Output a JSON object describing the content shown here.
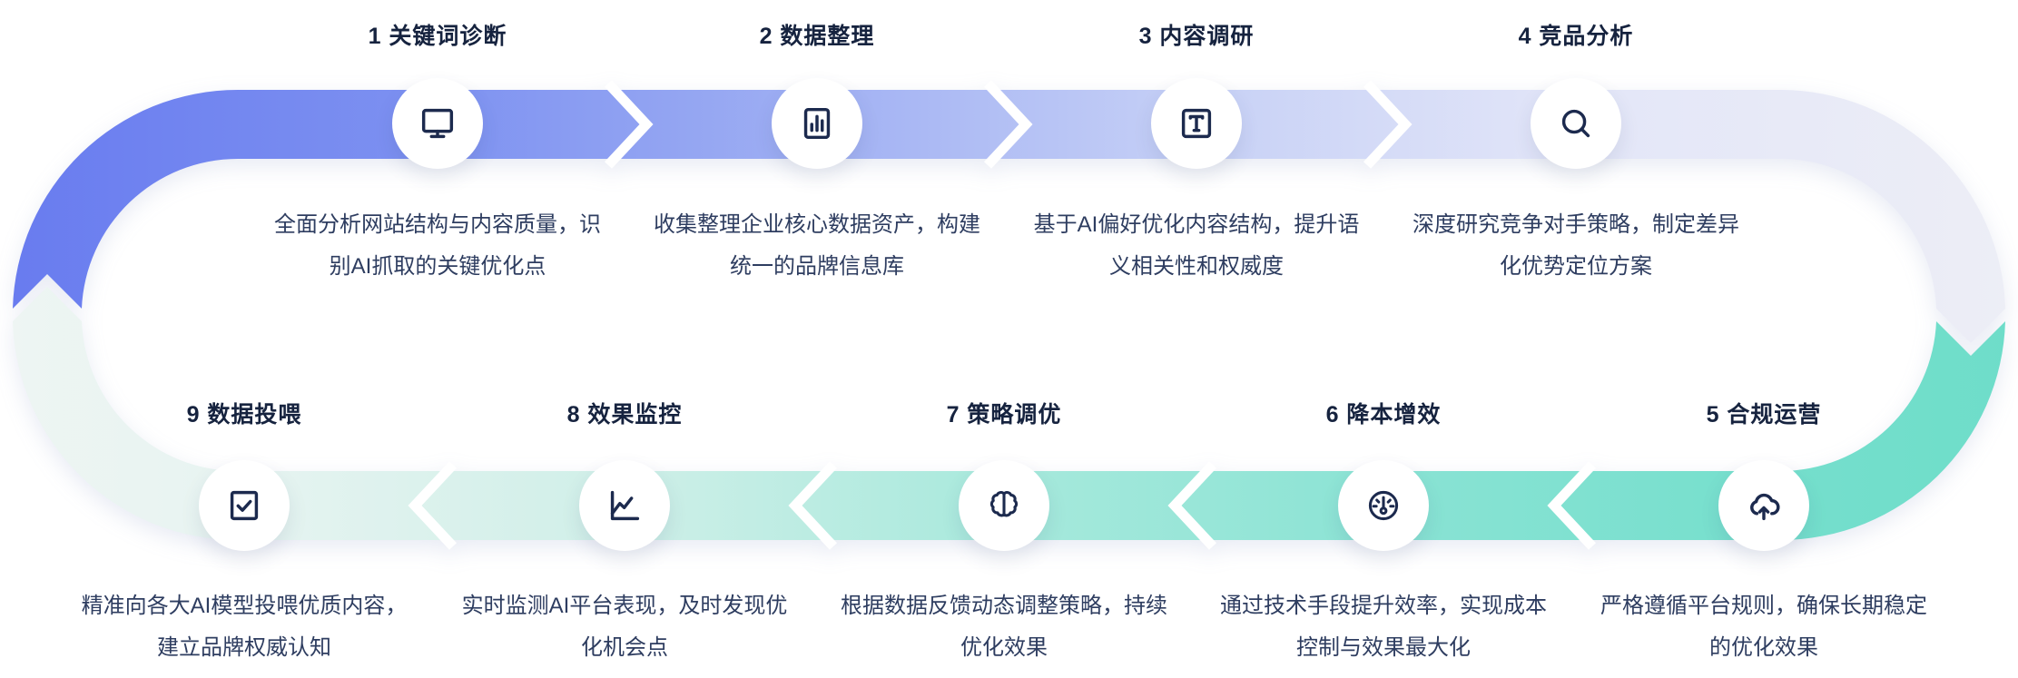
{
  "diagram": {
    "type": "process-cycle",
    "direction": "clockwise",
    "step_count": 9
  },
  "colors": {
    "background": "#ffffff",
    "label_text": "#16233f",
    "description_text": "#2e3d60",
    "icon_stroke": "#1c2a4e",
    "circle_fill": "#ffffff",
    "separator": "#ffffff",
    "band_top_stops": [
      "#687bef",
      "#7e92f1",
      "#9faff3",
      "#c6d0f6",
      "#e3e6f8",
      "#edeef6"
    ],
    "band_bottom_stops": [
      "#eef5f3",
      "#e7f4f1",
      "#cfefe8",
      "#a7e9dc",
      "#8ae3d4",
      "#76dfcd",
      "#6eddc9"
    ]
  },
  "steps": [
    {
      "number": "1",
      "title": "关键词诊断",
      "label": "1 关键词诊断",
      "icon": "monitor-icon",
      "description": "全面分析网站结构与内容质量，识\n别AI抓取的关键优化点"
    },
    {
      "number": "2",
      "title": "数据整理",
      "label": "2 数据整理",
      "icon": "bar-chart-icon",
      "description": "收集整理企业核心数据资产，构建\n统一的品牌信息库"
    },
    {
      "number": "3",
      "title": "内容调研",
      "label": "3 内容调研",
      "icon": "text-icon",
      "description": "基于AI偏好优化内容结构，提升语\n义相关性和权威度"
    },
    {
      "number": "4",
      "title": "竞品分析",
      "label": "4 竞品分析",
      "icon": "search-icon",
      "description": "深度研究竞争对手策略，制定差异\n化优势定位方案"
    },
    {
      "number": "5",
      "title": "合规运营",
      "label": "5 合规运营",
      "icon": "cloud-upload-icon",
      "description": "严格遵循平台规则，确保长期稳定\n的优化效果"
    },
    {
      "number": "6",
      "title": "降本增效",
      "label": "6 降本增效",
      "icon": "gauge-icon",
      "description": "通过技术手段提升效率，实现成本\n控制与效果最大化"
    },
    {
      "number": "7",
      "title": "策略调优",
      "label": "7 策略调优",
      "icon": "brain-icon",
      "description": "根据数据反馈动态调整策略，持续\n优化效果"
    },
    {
      "number": "8",
      "title": "效果监控",
      "label": "8 效果监控",
      "icon": "line-chart-icon",
      "description": "实时监测AI平台表现，及时发现优\n化机会点"
    },
    {
      "number": "9",
      "title": "数据投喂",
      "label": "9 数据投喂",
      "icon": "checkbox-icon",
      "description": "精准向各大AI模型投喂优质内容，\n建立品牌权威认知"
    }
  ]
}
